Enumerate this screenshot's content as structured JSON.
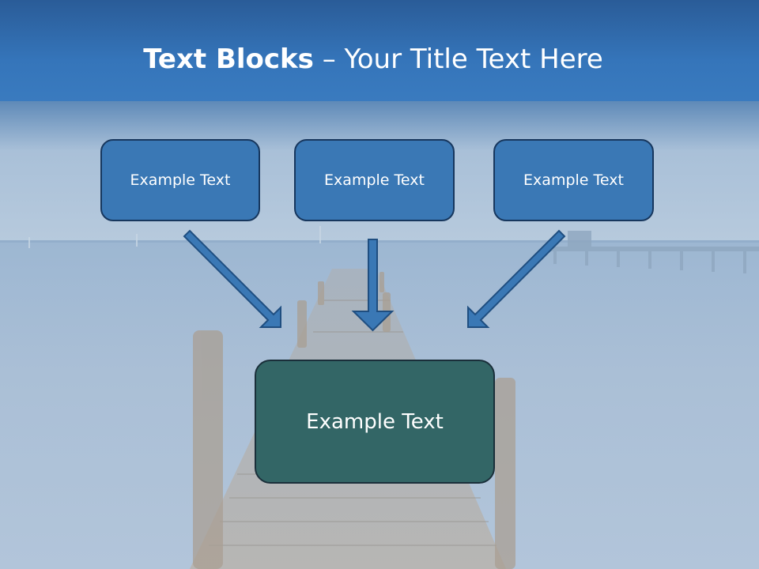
{
  "title": {
    "bold": "Text Blocks",
    "rest": " – Your Title Text Here"
  },
  "boxes": {
    "left": "Example Text",
    "middle": "Example Text",
    "right": "Example Text",
    "center": "Example Text"
  },
  "colors": {
    "top_box_fill": "#3a78b5",
    "top_box_border": "#17375e",
    "center_box_fill": "#336666",
    "arrow_fill": "#3a78b5",
    "header_band": "#2e6aaa"
  }
}
